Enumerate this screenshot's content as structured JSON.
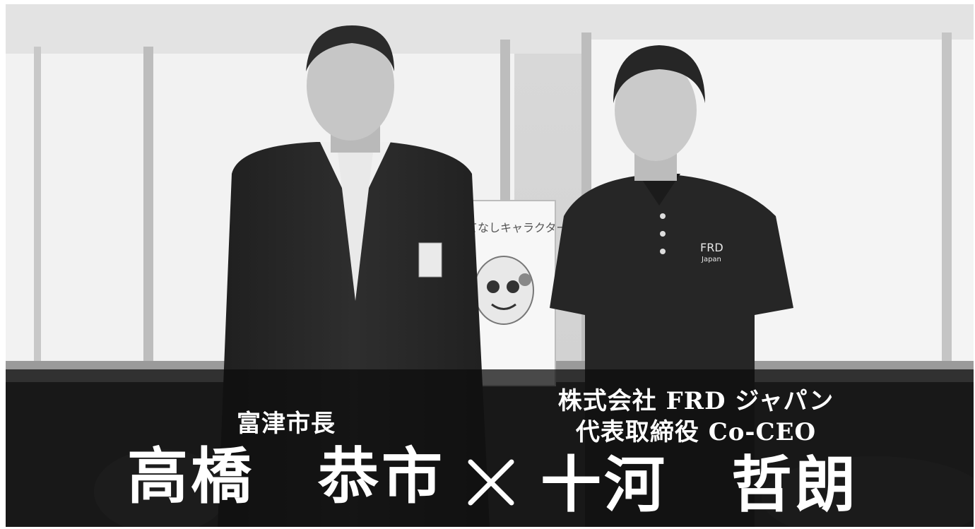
{
  "photo": {
    "description_icon": "two-men-standing-photo-icon",
    "poster_text": "おもてなしキャラクター",
    "shirt_logo": "FRD Japan"
  },
  "left": {
    "title": "富津市長",
    "name": "高橋　恭市"
  },
  "separator": "×",
  "right": {
    "title_line1": "株式会社 FRD ジャパン",
    "title_line2": "代表取締役 Co-CEO",
    "name": "十河　哲朗"
  },
  "colors": {
    "overlay": "#0c0c0c",
    "caption_text": "#ffffff"
  }
}
